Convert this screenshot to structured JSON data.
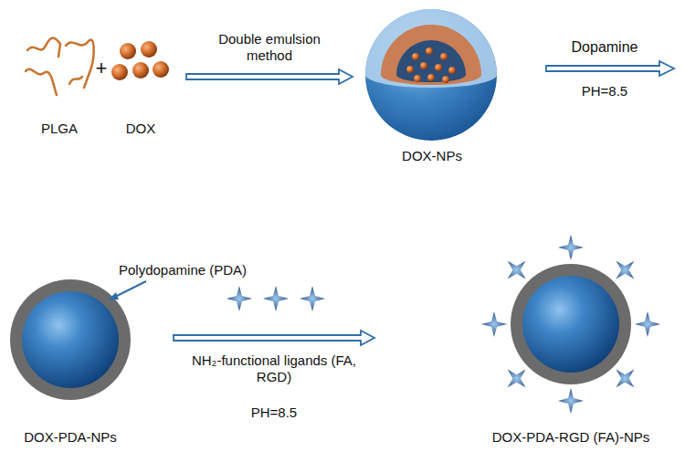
{
  "diagram": {
    "nodes": [
      {
        "text": [
          "PLGA"
        ]
      },
      {
        "text": [
          "DOX"
        ]
      },
      {
        "text": [
          "DOX-NPs"
        ]
      },
      {
        "text": [
          "DOX-PDA-NPs"
        ]
      },
      {
        "text": [
          "DOX-PDA-RGD (FA)-NPs"
        ]
      }
    ],
    "edges": [
      {
        "from": 1,
        "to": 2,
        "arrow": "to",
        "label": "Double emulsion method"
      },
      {
        "from": 3,
        "to": 4,
        "arrow": "to",
        "label": "NH₂-functional ligands (FA, RGD)"
      }
    ],
    "labels": [
      "+",
      "Dopamine",
      "PH=8.5",
      "Polydopamine (PDA)",
      "PH=8.5"
    ]
  }
}
